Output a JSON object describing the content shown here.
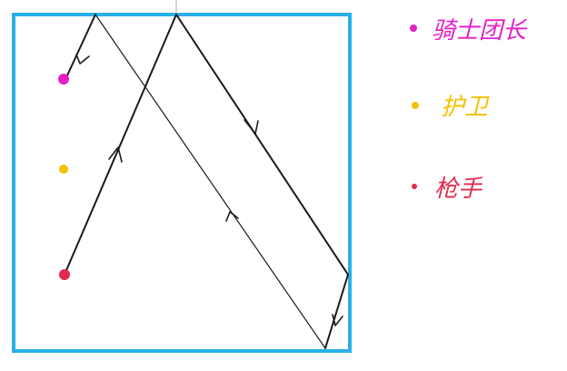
{
  "colors": {
    "frame": "#29b0ea",
    "path": "#1a1a1a",
    "guide": "#aaaaaa",
    "knight_commander": "#e51ec9",
    "guard": "#f2c200",
    "gunner": "#e02a4f"
  },
  "legend": [
    {
      "label": "骑士团长",
      "color_key": "knight_commander"
    },
    {
      "label": "护卫",
      "color_key": "guard"
    },
    {
      "label": "枪手",
      "color_key": "gunner"
    }
  ]
}
